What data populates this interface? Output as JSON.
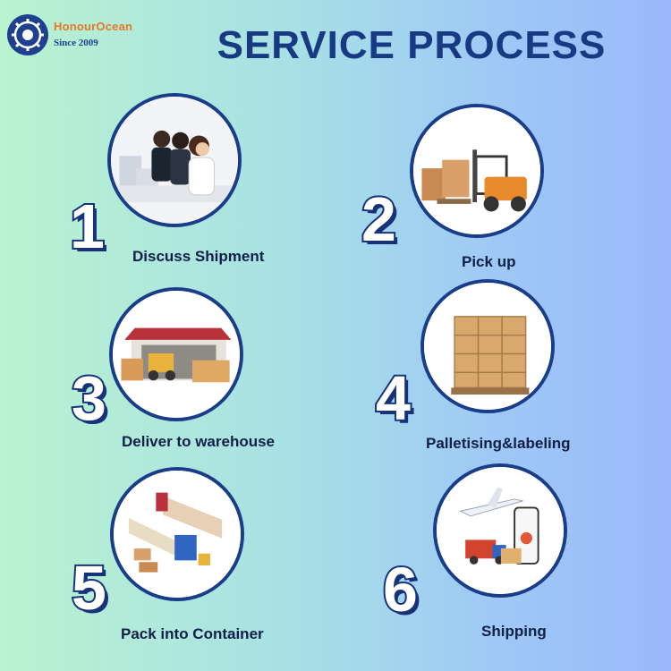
{
  "brand": {
    "name": "HonourOcean",
    "tagline": "Since 2009",
    "color_primary": "#1f3f8f",
    "color_accent": "#e8782a"
  },
  "title": "SERVICE PROCESS",
  "steps": [
    {
      "number": "1",
      "label": "Discuss Shipment",
      "icon": "call-center-agents-icon"
    },
    {
      "number": "2",
      "label": "Pick up",
      "icon": "forklift-boxes-icon"
    },
    {
      "number": "3",
      "label": "Deliver to warehouse",
      "icon": "warehouse-forklift-icon"
    },
    {
      "number": "4",
      "label": "Palletising&labeling",
      "icon": "pallet-boxes-icon"
    },
    {
      "number": "5",
      "label": "Pack into Container",
      "icon": "container-loading-icon"
    },
    {
      "number": "6",
      "label": "Shipping",
      "icon": "airplane-truck-tracking-icon"
    }
  ]
}
